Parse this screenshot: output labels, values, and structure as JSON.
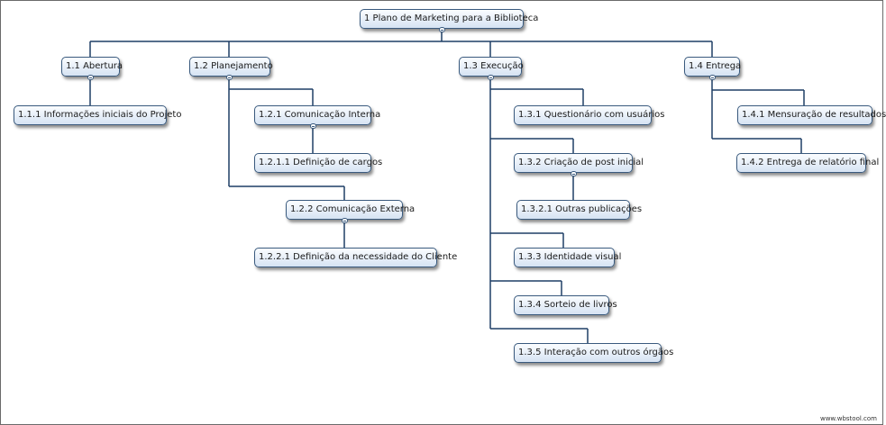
{
  "diagram": {
    "root": "1 Plano de Marketing para a Biblioteca",
    "nodes": {
      "n1_1": "1.1 Abertura",
      "n1_1_1": "1.1.1 Informações iniciais do Projeto",
      "n1_2": "1.2 Planejamento",
      "n1_2_1": "1.2.1 Comunicação Interna",
      "n1_2_1_1": "1.2.1.1 Definição de cargos",
      "n1_2_2": "1.2.2 Comunicação Externa",
      "n1_2_2_1": "1.2.2.1 Definição da necessidade do Cliente",
      "n1_3": "1.3 Execução",
      "n1_3_1": "1.3.1 Questionário com usuários",
      "n1_3_2": "1.3.2 Criação de post inicial",
      "n1_3_2_1": "1.3.2.1 Outras publicações",
      "n1_3_3": "1.3.3 Identidade visual",
      "n1_3_4": "1.3.4 Sorteio de livros",
      "n1_3_5": "1.3.5 Interação com outros órgãos",
      "n1_4": "1.4 Entrega",
      "n1_4_1": "1.4.1 Mensuração de resultados",
      "n1_4_2": "1.4.2 Entrega de relatório final"
    },
    "credit": "www.wbstool.com",
    "colors": {
      "border": "#3a5a7e",
      "fill_top": "#fbfdff",
      "fill_bottom": "#d6e3f3",
      "line": "#1f3f66"
    }
  }
}
